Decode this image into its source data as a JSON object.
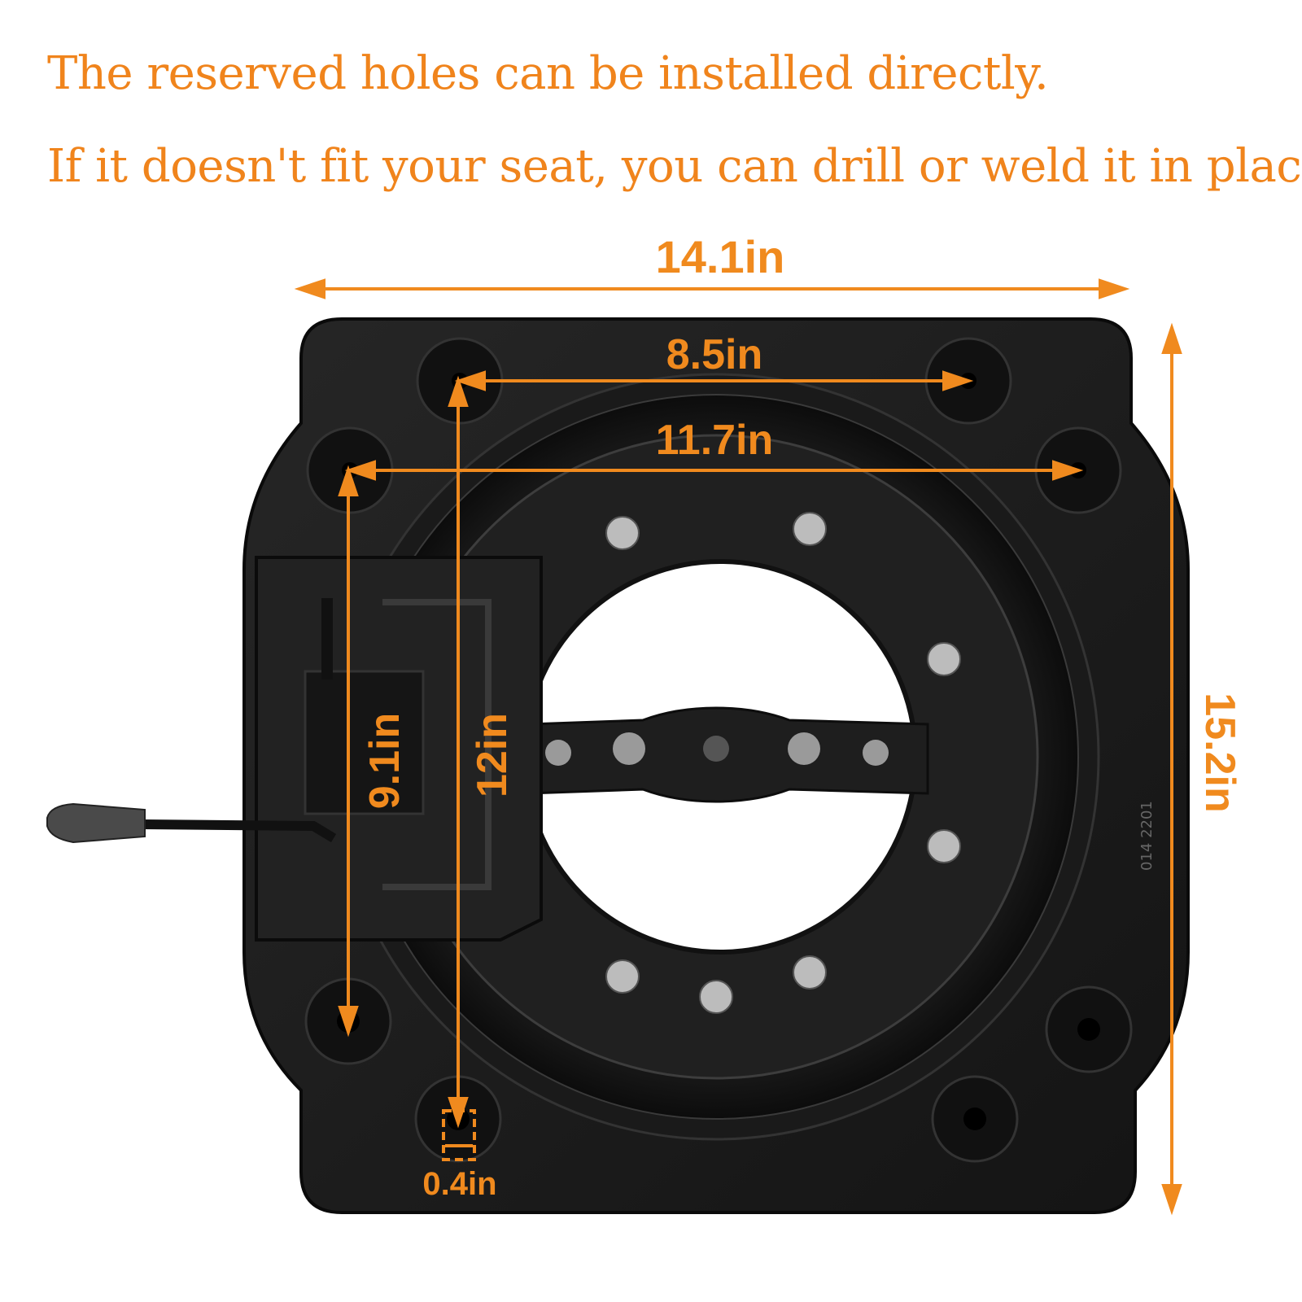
{
  "captions": {
    "line1": "The reserved holes can be installed directly.",
    "line2": "If it doesn't fit your seat, you can drill or weld it in place"
  },
  "dimensions": {
    "overall_width": "14.1in",
    "overall_height": "15.2in",
    "inner_hole_spacing_top": "8.5in",
    "outer_hole_spacing": "11.7in",
    "left_hole_spacing": "9.1in",
    "inner_vertical_spacing": "12in",
    "hole_diameter": "0.4in"
  },
  "plate_marking": "014 2201",
  "colors": {
    "accent": "#f08a1e",
    "plate": "#1c1c1c",
    "background": "#ffffff"
  }
}
